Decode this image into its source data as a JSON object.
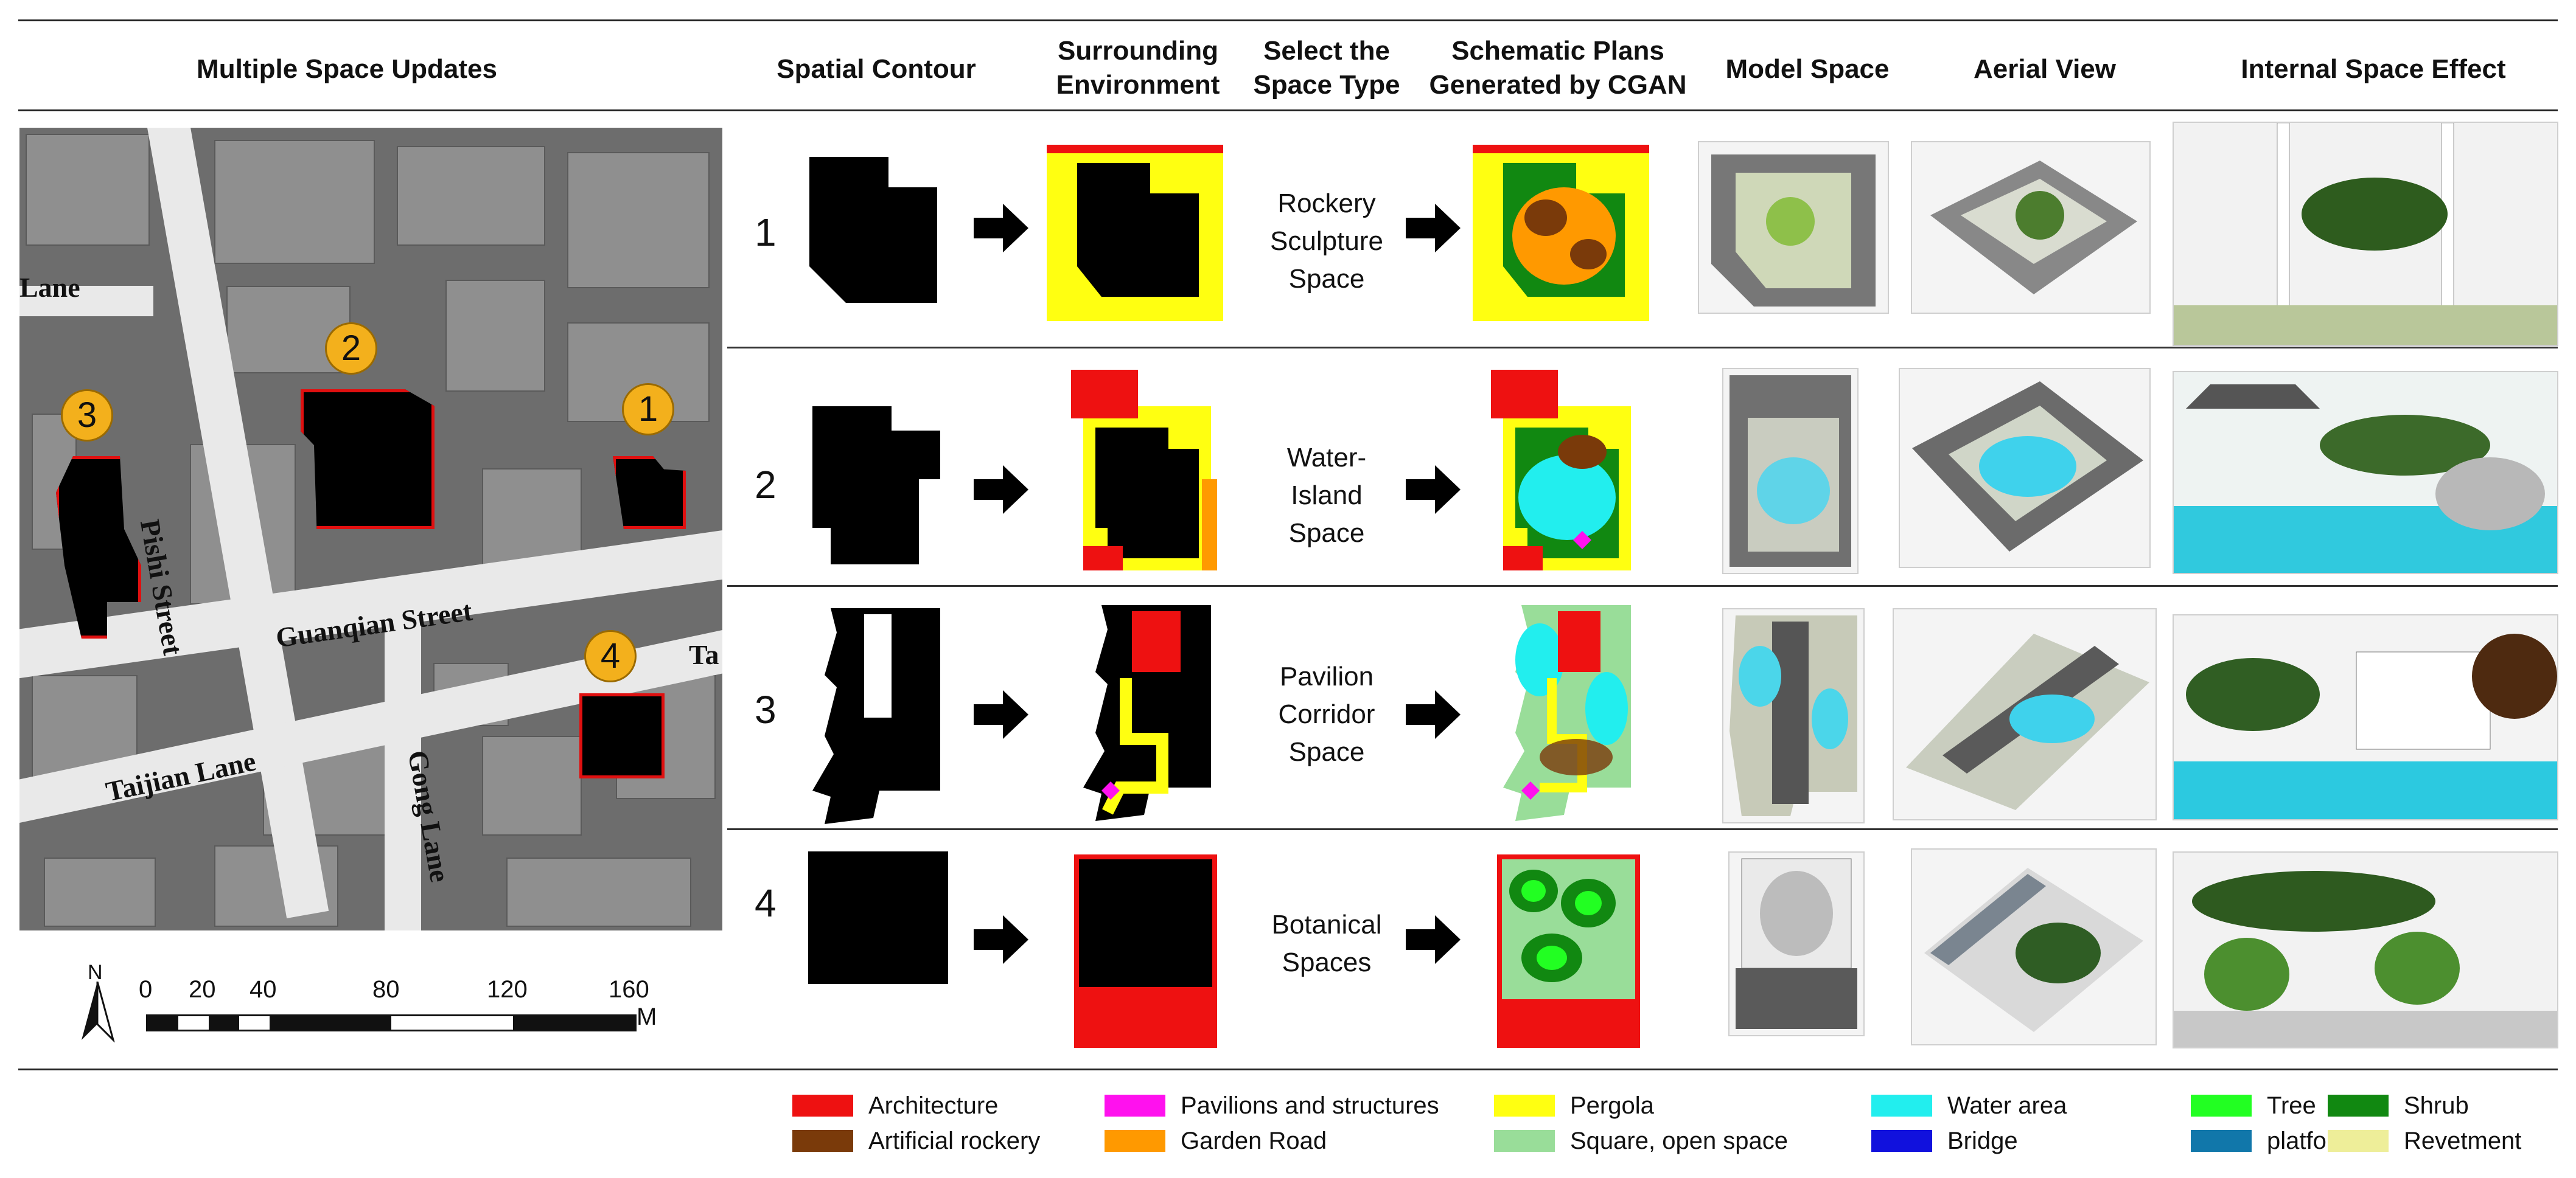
{
  "headers": {
    "multiple": "Multiple Space Updates",
    "contour": "Spatial Contour",
    "surrounding_1": "Surrounding",
    "surrounding_2": "Environment",
    "select_1": "Select the",
    "select_2": "Space Type",
    "schematic_1": "Schematic Plans",
    "schematic_2": "Generated by CGAN",
    "model": "Model Space",
    "aerial": "Aerial View",
    "internal": "Internal Space Effect"
  },
  "map": {
    "streets": {
      "lane_top": "Lane",
      "pishi": "Pishi Street",
      "guanqian": "Guanqian Street",
      "taijian": "Taijian Lane",
      "gong": "Gong Lane",
      "ta": "Ta"
    },
    "markers": [
      "1",
      "2",
      "3",
      "4"
    ],
    "scale": {
      "north": "N",
      "ticks": [
        "0",
        "20",
        "40",
        "80",
        "120",
        "160"
      ],
      "unit": "M"
    }
  },
  "rows": [
    {
      "num": "1",
      "type_lines": [
        "Rockery",
        "Sculpture",
        "Space"
      ]
    },
    {
      "num": "2",
      "type_lines": [
        "Water-Island",
        "Space"
      ]
    },
    {
      "num": "3",
      "type_lines": [
        "Pavilion",
        "Corridor",
        "Space"
      ]
    },
    {
      "num": "4",
      "type_lines": [
        "Botanical",
        "Spaces"
      ]
    }
  ],
  "legend": [
    {
      "label": "Architecture",
      "color": "#ee1111"
    },
    {
      "label": "Pavilions and structures",
      "color": "#ff11ee"
    },
    {
      "label": "Pergola",
      "color": "#ffff11"
    },
    {
      "label": "Water area",
      "color": "#22eeee"
    },
    {
      "label": "Tree",
      "color": "#22ff22"
    },
    {
      "label": "Shrub",
      "color": "#118811"
    },
    {
      "label": "Artificial rockery",
      "color": "#7a3a0a"
    },
    {
      "label": "Garden Road",
      "color": "#ff9900"
    },
    {
      "label": "Square, open space",
      "color": "#99dd99"
    },
    {
      "label": "Bridge",
      "color": "#1111dd"
    },
    {
      "label": "platform",
      "color": "#1177aa"
    },
    {
      "label": "Revetment",
      "color": "#eeee99"
    }
  ]
}
